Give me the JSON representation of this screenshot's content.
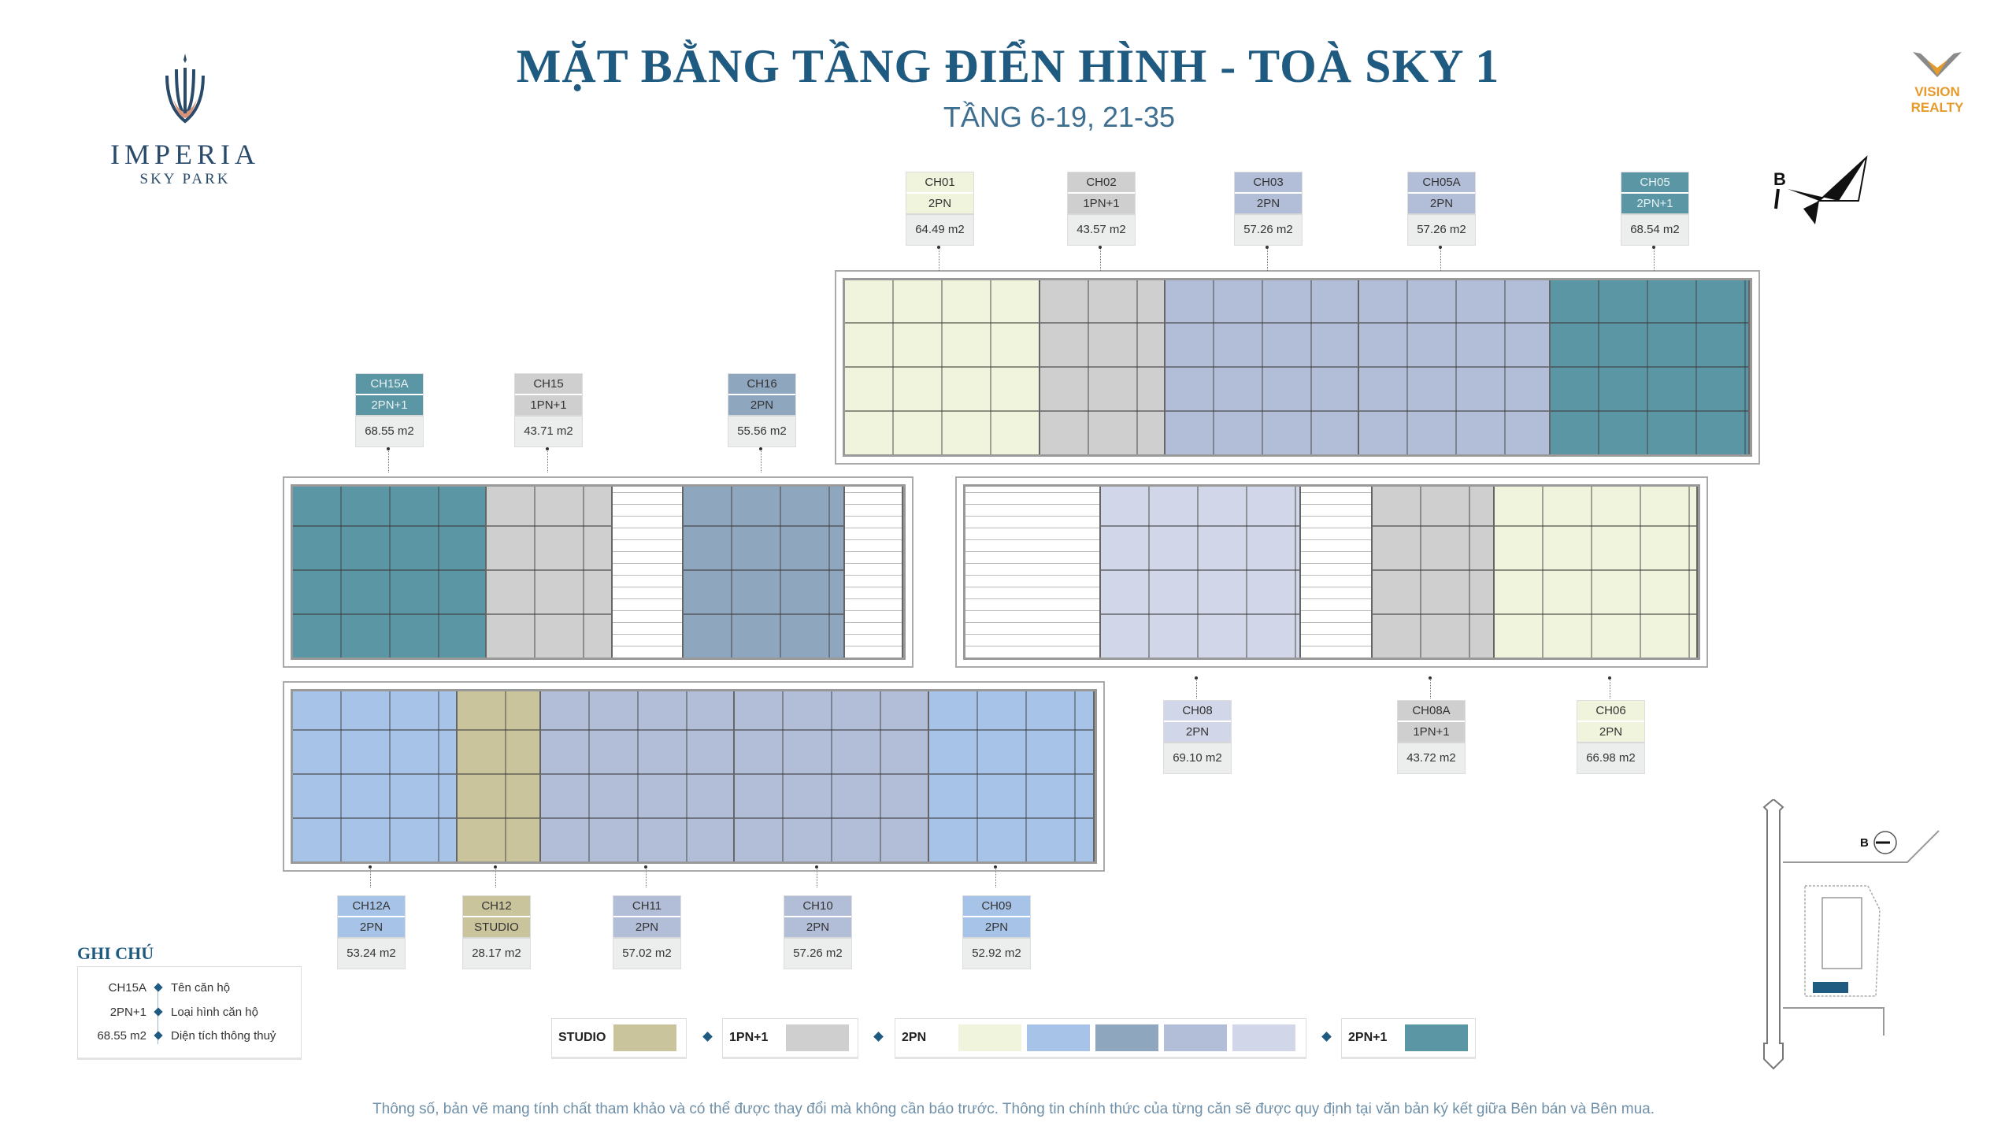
{
  "header": {
    "logo": {
      "brand": "IMPERIA",
      "sub": "SKY PARK"
    },
    "title": "MẶT BẰNG TẦNG ĐIỂN HÌNH - TOÀ SKY 1",
    "subtitle": "TẦNG 6-19, 21-35",
    "partner_logo": "VISION REALTY",
    "compass_label": "B"
  },
  "colors": {
    "studio": "#c9c49b",
    "1pn1": "#cfcfcf",
    "2pn_yellow": "#f1f4dc",
    "2pn_blue": "#a7c4e8",
    "2pn_steel": "#8fa6bf",
    "2pn_lavender": "#b2bdd7",
    "2pn_light": "#d1d6e8",
    "2pn1": "#5a96a3",
    "accent": "#1f5a80"
  },
  "units": [
    {
      "id": "CH01",
      "type": "2PN",
      "area": "64.49 m2",
      "color": "2pn_yellow"
    },
    {
      "id": "CH02",
      "type": "1PN+1",
      "area": "43.57 m2",
      "color": "1pn1"
    },
    {
      "id": "CH03",
      "type": "2PN",
      "area": "57.26 m2",
      "color": "2pn_lavender"
    },
    {
      "id": "CH05A",
      "type": "2PN",
      "area": "57.26 m2",
      "color": "2pn_lavender"
    },
    {
      "id": "CH05",
      "type": "2PN+1",
      "area": "68.54 m2",
      "color": "2pn1"
    },
    {
      "id": "CH15A",
      "type": "2PN+1",
      "area": "68.55 m2",
      "color": "2pn1"
    },
    {
      "id": "CH15",
      "type": "1PN+1",
      "area": "43.71 m2",
      "color": "1pn1"
    },
    {
      "id": "CH16",
      "type": "2PN",
      "area": "55.56 m2",
      "color": "2pn_steel"
    },
    {
      "id": "CH08",
      "type": "2PN",
      "area": "69.10 m2",
      "color": "2pn_light"
    },
    {
      "id": "CH08A",
      "type": "1PN+1",
      "area": "43.72 m2",
      "color": "1pn1"
    },
    {
      "id": "CH06",
      "type": "2PN",
      "area": "66.98 m2",
      "color": "2pn_yellow"
    },
    {
      "id": "CH12A",
      "type": "2PN",
      "area": "53.24 m2",
      "color": "2pn_blue"
    },
    {
      "id": "CH12",
      "type": "STUDIO",
      "area": "28.17 m2",
      "color": "studio"
    },
    {
      "id": "CH11",
      "type": "2PN",
      "area": "57.02 m2",
      "color": "2pn_lavender"
    },
    {
      "id": "CH10",
      "type": "2PN",
      "area": "57.26 m2",
      "color": "2pn_lavender"
    },
    {
      "id": "CH09",
      "type": "2PN",
      "area": "52.92 m2",
      "color": "2pn_blue"
    }
  ],
  "legend": {
    "title": "GHI CHÚ",
    "rows": [
      {
        "key": "CH15A",
        "value": "Tên căn hộ"
      },
      {
        "key": "2PN+1",
        "value": "Loại hình căn hộ"
      },
      {
        "key": "68.55 m2",
        "value": "Diện tích thông thuỷ"
      }
    ]
  },
  "type_legend": [
    {
      "label": "STUDIO",
      "swatches": [
        "studio"
      ]
    },
    {
      "label": "1PN+1",
      "swatches": [
        "1pn1"
      ]
    },
    {
      "label": "2PN",
      "swatches": [
        "2pn_yellow",
        "2pn_blue",
        "2pn_steel",
        "2pn_lavender",
        "2pn_light"
      ]
    },
    {
      "label": "2PN+1",
      "swatches": [
        "2pn1"
      ]
    }
  ],
  "sitemap": {
    "compass_label": "B"
  },
  "footer": "Thông số, bản vẽ mang tính chất tham khảo và có thể được thay đổi mà không cần báo trước. Thông tin chính thức của từng căn sẽ được quy định tại văn bản ký kết giữa Bên bán và Bên mua."
}
